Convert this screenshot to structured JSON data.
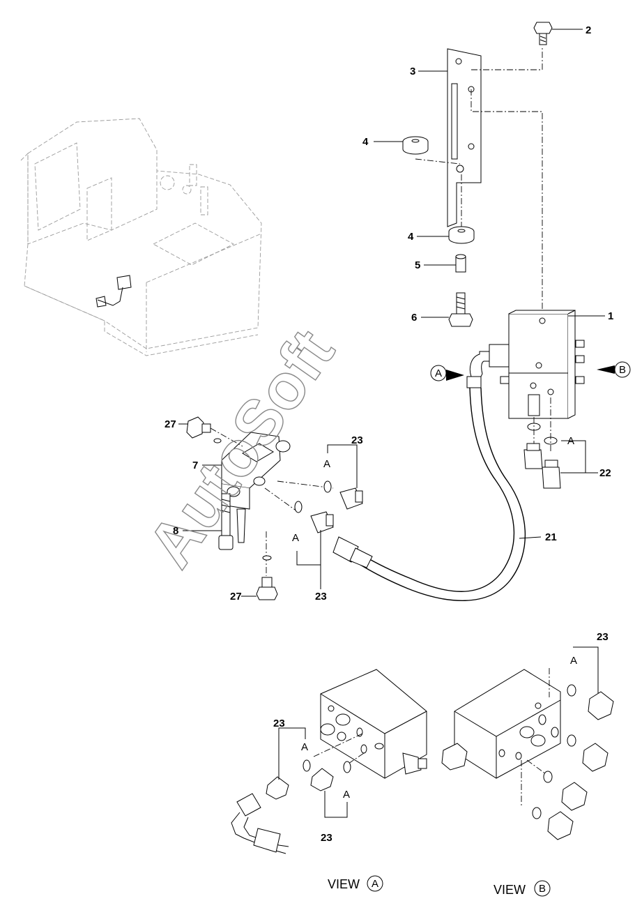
{
  "callouts": {
    "c1": "1",
    "c2": "2",
    "c3": "3",
    "c4a": "4",
    "c4b": "4",
    "c5": "5",
    "c6": "6",
    "c7": "7",
    "c8": "8",
    "c21": "21",
    "c22": "22",
    "c23a": "23",
    "c23b": "23",
    "c23c": "23",
    "c23d": "23",
    "c23e": "23",
    "c27a": "27",
    "c27b": "27"
  },
  "letters": {
    "a1": "A",
    "a2": "A",
    "a3": "A",
    "a4": "A",
    "a5": "A",
    "a6": "A",
    "arrowA": "A",
    "arrowB": "B",
    "viewAcircle": "A",
    "viewBcircle": "B"
  },
  "views": {
    "viewA": "VIEW",
    "viewB": "VIEW"
  },
  "watermark": "AutoSoft",
  "colors": {
    "line": "#000000",
    "ghost": "#9a9a9a",
    "watermark": "#888888"
  }
}
